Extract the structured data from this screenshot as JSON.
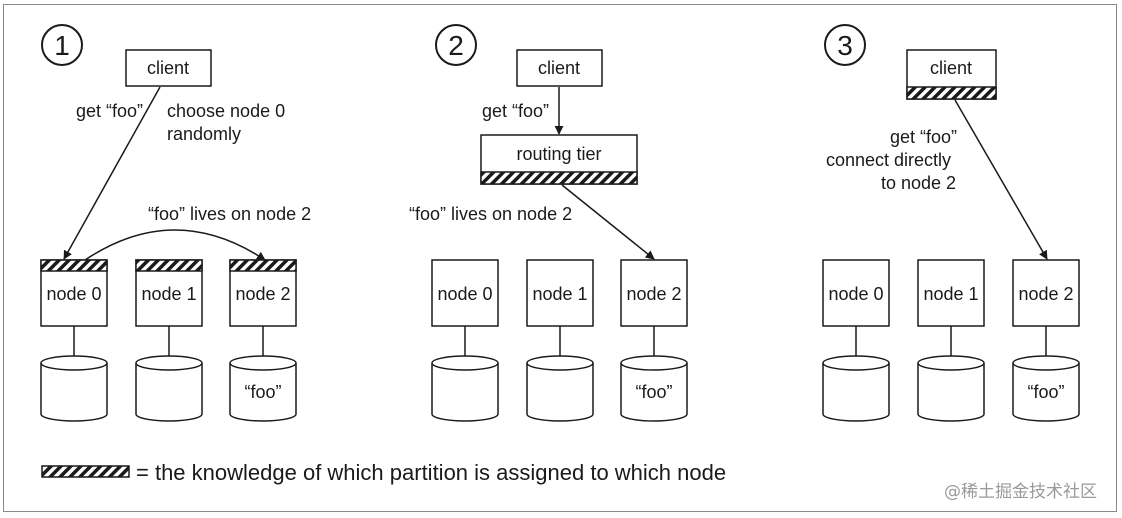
{
  "panels": [
    {
      "step": "1",
      "client": "client",
      "labels": [
        "get “foo”",
        "choose node 0",
        "randomly",
        "“foo” lives on node 2"
      ],
      "nodes": [
        "node 0",
        "node 1",
        "node 2"
      ],
      "disks": [
        "",
        "",
        "“foo”"
      ]
    },
    {
      "step": "2",
      "client": "client",
      "labels": [
        "get “foo”",
        "routing tier",
        "“foo” lives on node 2"
      ],
      "nodes": [
        "node 0",
        "node 1",
        "node 2"
      ],
      "disks": [
        "",
        "",
        "“foo”"
      ]
    },
    {
      "step": "3",
      "client": "client",
      "labels": [
        "get “foo”",
        "connect directly",
        "to node 2"
      ],
      "nodes": [
        "node 0",
        "node 1",
        "node 2"
      ],
      "disks": [
        "",
        "",
        "“foo”"
      ]
    }
  ],
  "legend": {
    "text": "= the knowledge of which partition is assigned to which node"
  },
  "watermark": "@稀土掘金技术社区"
}
